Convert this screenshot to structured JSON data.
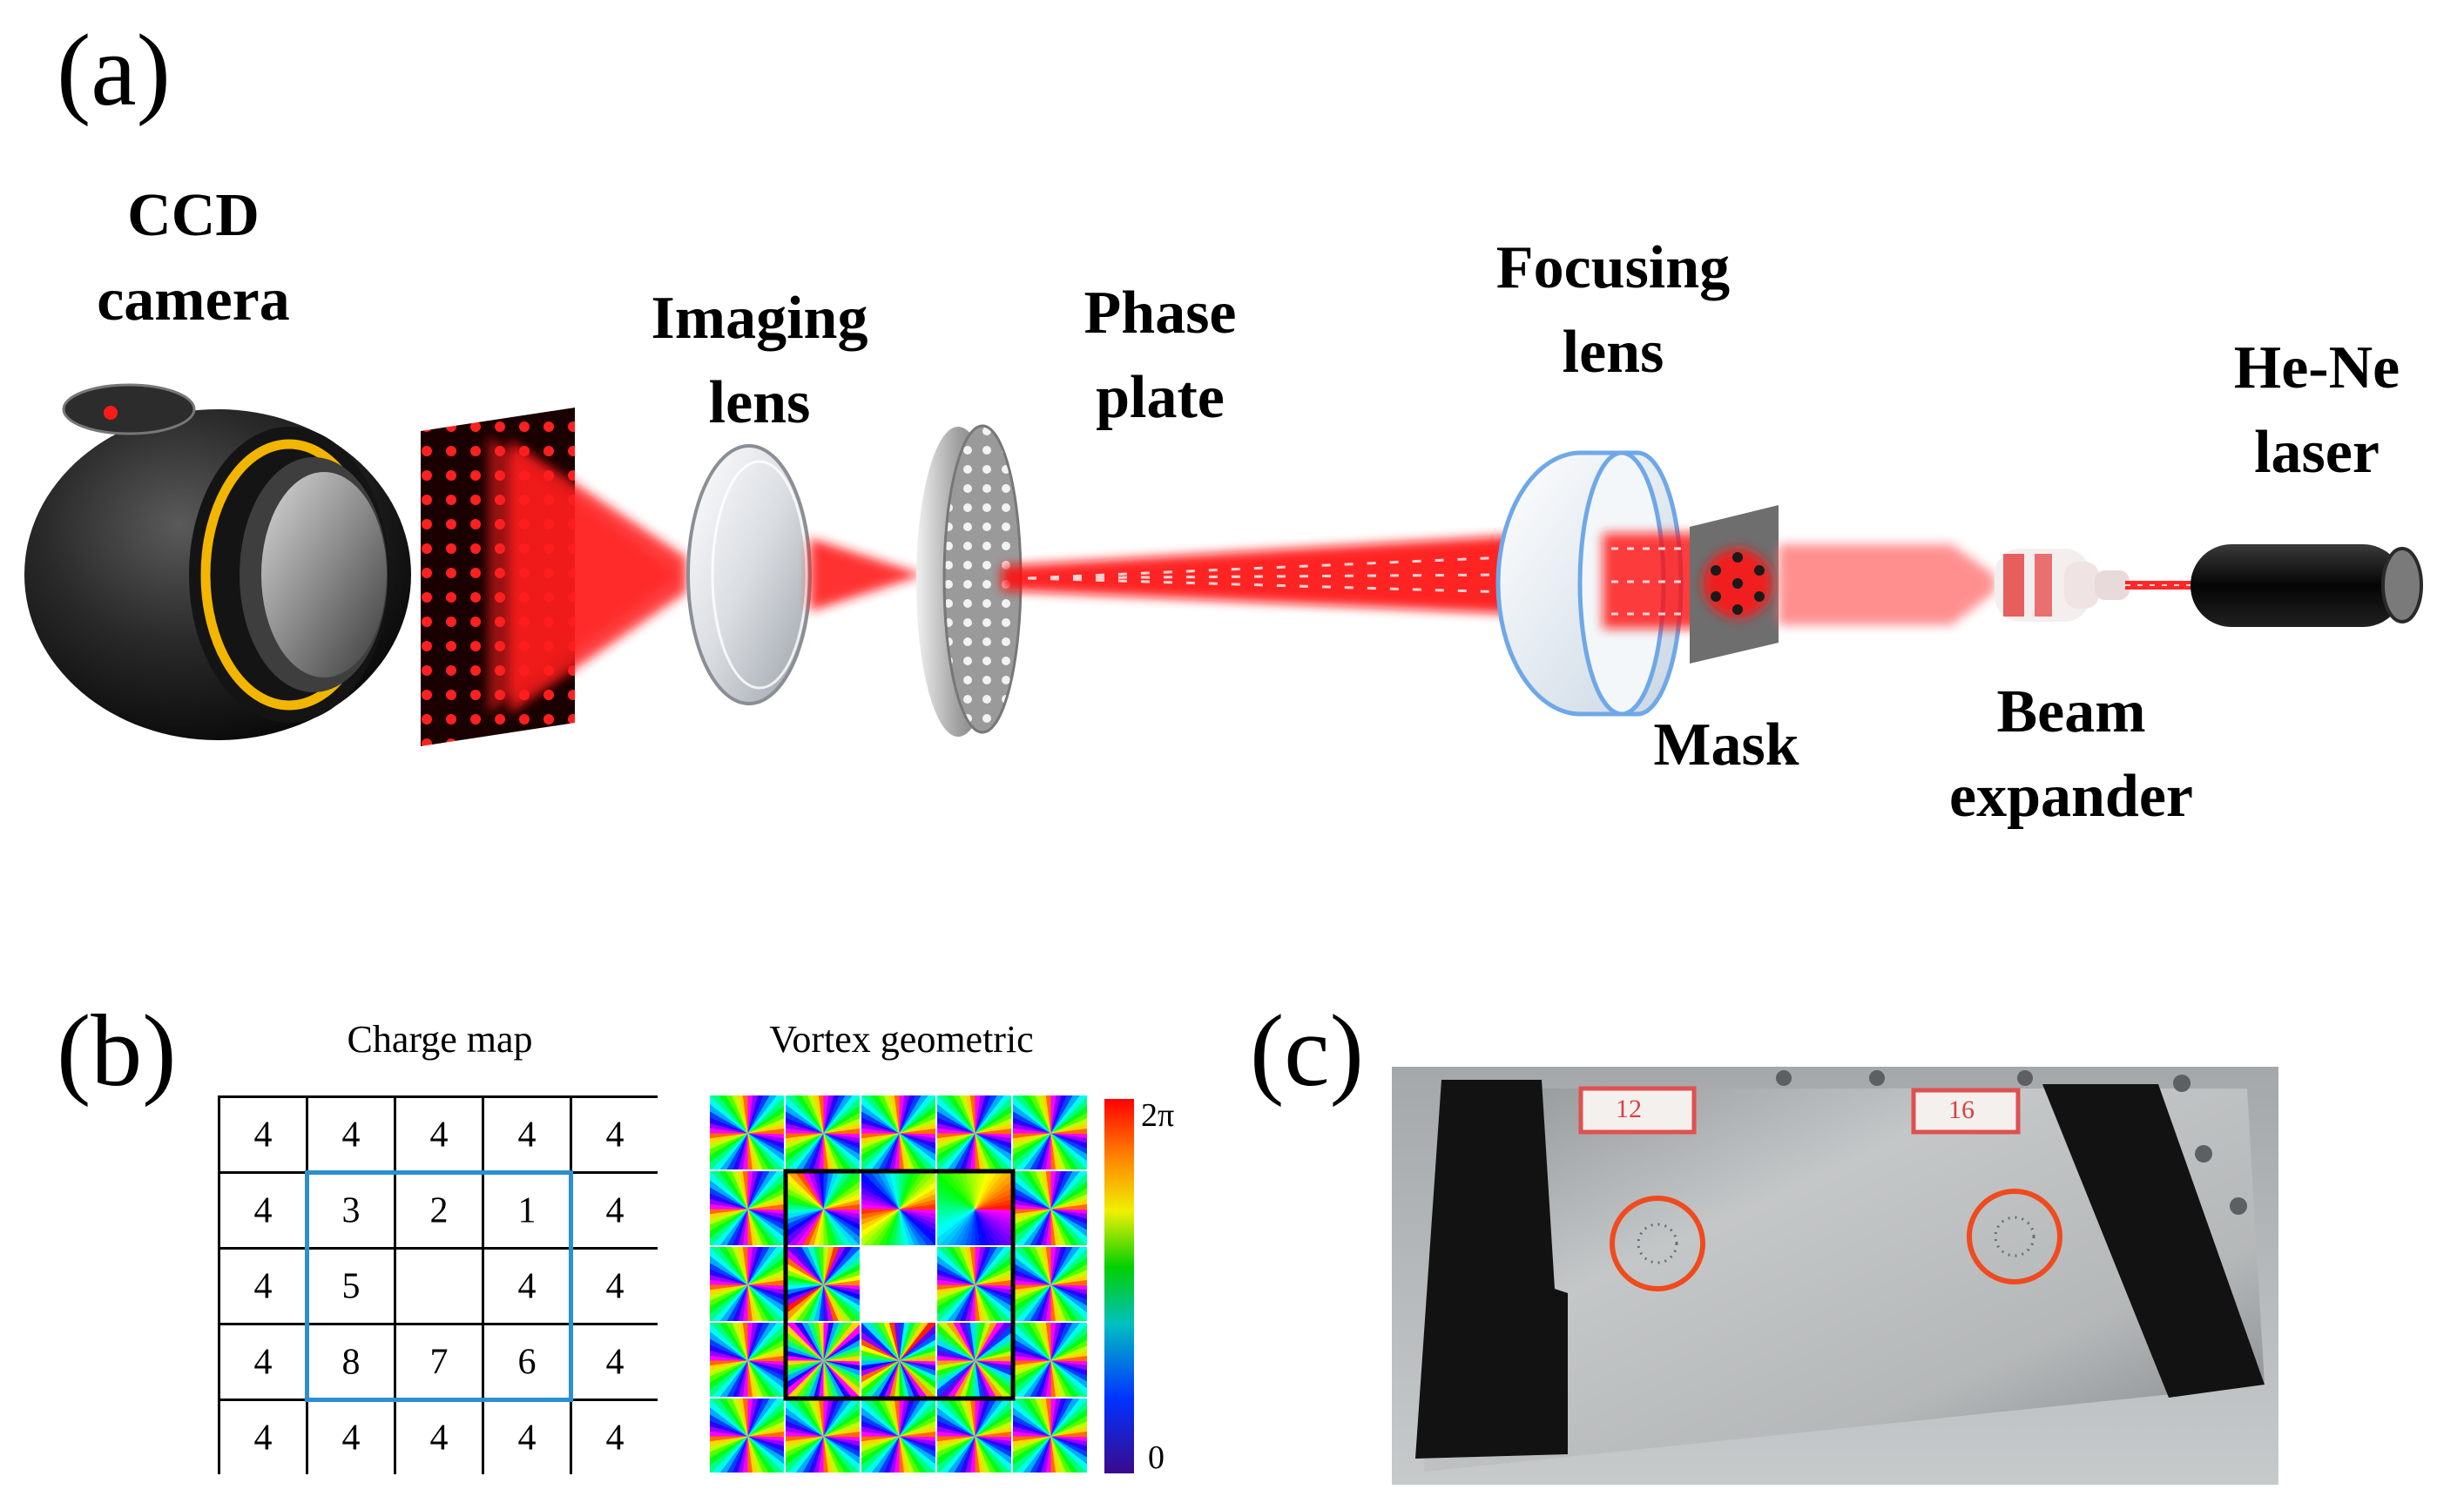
{
  "panel_a": {
    "label": "(a)",
    "components": {
      "ccd": [
        "CCD",
        "camera"
      ],
      "imaging_lens": [
        "Imaging",
        "lens"
      ],
      "phase_plate": [
        "Phase",
        "plate"
      ],
      "focusing_lens": [
        "Focusing",
        "lens"
      ],
      "mask": [
        "Mask"
      ],
      "beam_expander": [
        "Beam",
        "expander"
      ],
      "laser": [
        "He-Ne",
        "laser"
      ]
    },
    "colors": {
      "beam": "#ff1010",
      "camera": "#1a1a1a",
      "camera_ring": "#f2b600",
      "lens_edge": "#6fa8e8"
    }
  },
  "panel_b": {
    "label": "(b)",
    "charge_map": {
      "title": "Charge map",
      "grid": [
        [
          "4",
          "4",
          "4",
          "4",
          "4"
        ],
        [
          "4",
          "3",
          "2",
          "1",
          "4"
        ],
        [
          "4",
          "5",
          "",
          "4",
          "4"
        ],
        [
          "4",
          "8",
          "7",
          "6",
          "4"
        ],
        [
          "4",
          "4",
          "4",
          "4",
          "4"
        ]
      ],
      "highlight_color": "#2b8fd0"
    },
    "vortex": {
      "title": "Vortex geometric",
      "colorbar_max": "2π",
      "colorbar_min": "0"
    }
  },
  "panel_c": {
    "label": "(c)",
    "labels": [
      "12",
      "16"
    ],
    "colors": {
      "plate": "#b9bcbd",
      "tape": "#121212",
      "circle": "#f04a1e"
    }
  }
}
